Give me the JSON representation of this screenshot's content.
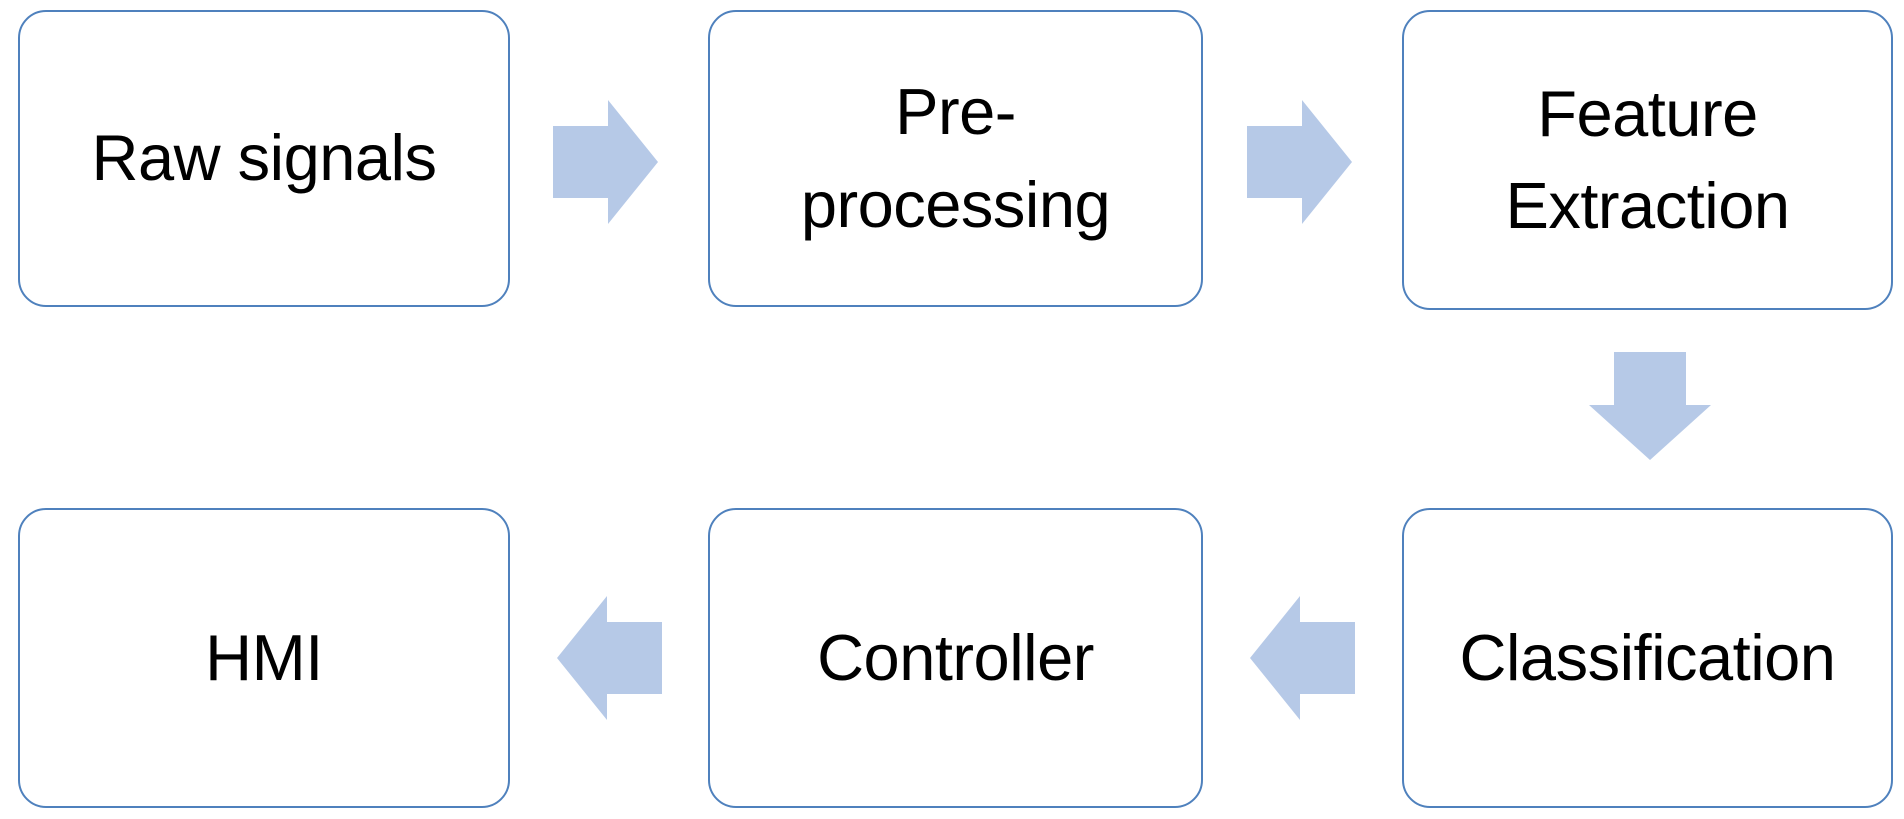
{
  "diagram": {
    "type": "flowchart",
    "colors": {
      "box_border": "#4f81bd",
      "box_fill": "#ffffff",
      "arrow_fill": "#b6c9e7",
      "text": "#000000",
      "background": "#ffffff"
    },
    "nodes": [
      {
        "id": "raw-signals",
        "label": "Raw signals",
        "lines": [
          "Raw signals"
        ]
      },
      {
        "id": "pre-processing",
        "label": "Pre-processing",
        "lines": [
          "Pre-",
          "processing"
        ]
      },
      {
        "id": "feature-extraction",
        "label": "Feature Extraction",
        "lines": [
          "Feature",
          "Extraction"
        ]
      },
      {
        "id": "classification",
        "label": "Classification",
        "lines": [
          "Classification"
        ]
      },
      {
        "id": "controller",
        "label": "Controller",
        "lines": [
          "Controller"
        ]
      },
      {
        "id": "hmi",
        "label": "HMI",
        "lines": [
          "HMI"
        ]
      }
    ],
    "connections": [
      {
        "from": "raw-signals",
        "to": "pre-processing",
        "direction": "right"
      },
      {
        "from": "pre-processing",
        "to": "feature-extraction",
        "direction": "right"
      },
      {
        "from": "feature-extraction",
        "to": "classification",
        "direction": "down"
      },
      {
        "from": "classification",
        "to": "controller",
        "direction": "left"
      },
      {
        "from": "controller",
        "to": "hmi",
        "direction": "left"
      }
    ]
  }
}
